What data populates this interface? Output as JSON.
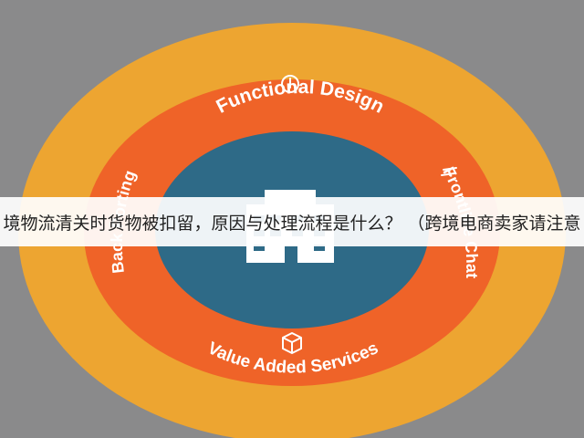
{
  "diagram": {
    "center_icon": "office-building-icon",
    "rings": [
      {
        "id": "middle",
        "color": "#ef6328",
        "labels": {
          "top": "Functional Design",
          "bottom": "Value Added Services",
          "left": "Back Porting",
          "right": "Frontline Chat"
        }
      },
      {
        "id": "outer",
        "color": "#eda531"
      },
      {
        "id": "core",
        "color": "#2e6a87"
      }
    ],
    "icons": {
      "top": "power-icon",
      "bottom": "box-icon",
      "right": "wrench-icon"
    }
  },
  "banner": {
    "text": "境物流清关时货物被扣留，原因与处理流程是什么？ （跨境电商卖家请注意"
  },
  "colors": {
    "background": "#8a8a8b",
    "outer_ring": "#eda531",
    "middle_ring": "#ef6328",
    "core": "#2e6a87"
  }
}
